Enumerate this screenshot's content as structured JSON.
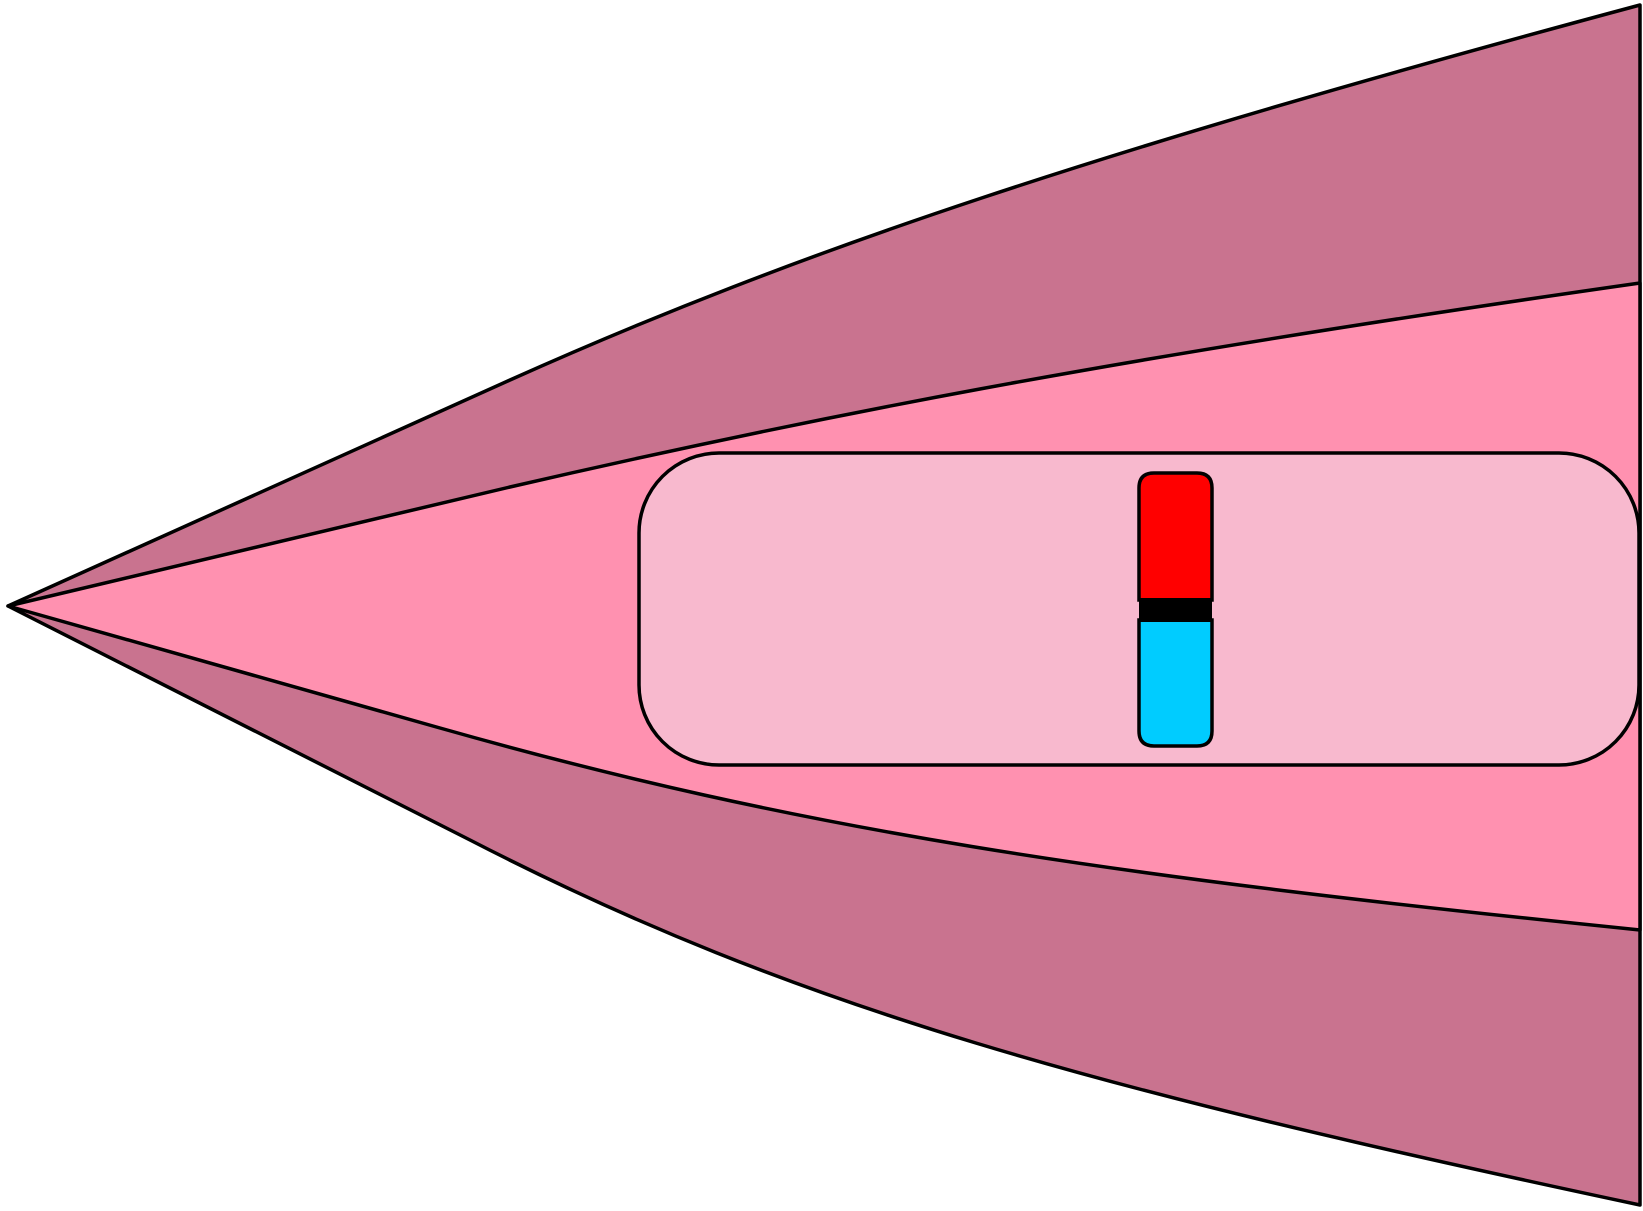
{
  "colors": {
    "background": "#ffffff",
    "outer_region": "#c9738f",
    "inner_region": "#ff91b0",
    "rounded_box": "#f8b9ce",
    "magnet_north": "#ff0000",
    "magnet_south": "#00ccff",
    "magnet_divider": "#000000",
    "stroke": "#000000"
  },
  "parts": {
    "outer_region": "outer-field-region",
    "inner_region": "inner-field-region",
    "rounded_box": "rounded-container",
    "magnet_north": "magnet-north-pole",
    "magnet_south": "magnet-south-pole",
    "magnet_divider": "magnet-divider"
  }
}
